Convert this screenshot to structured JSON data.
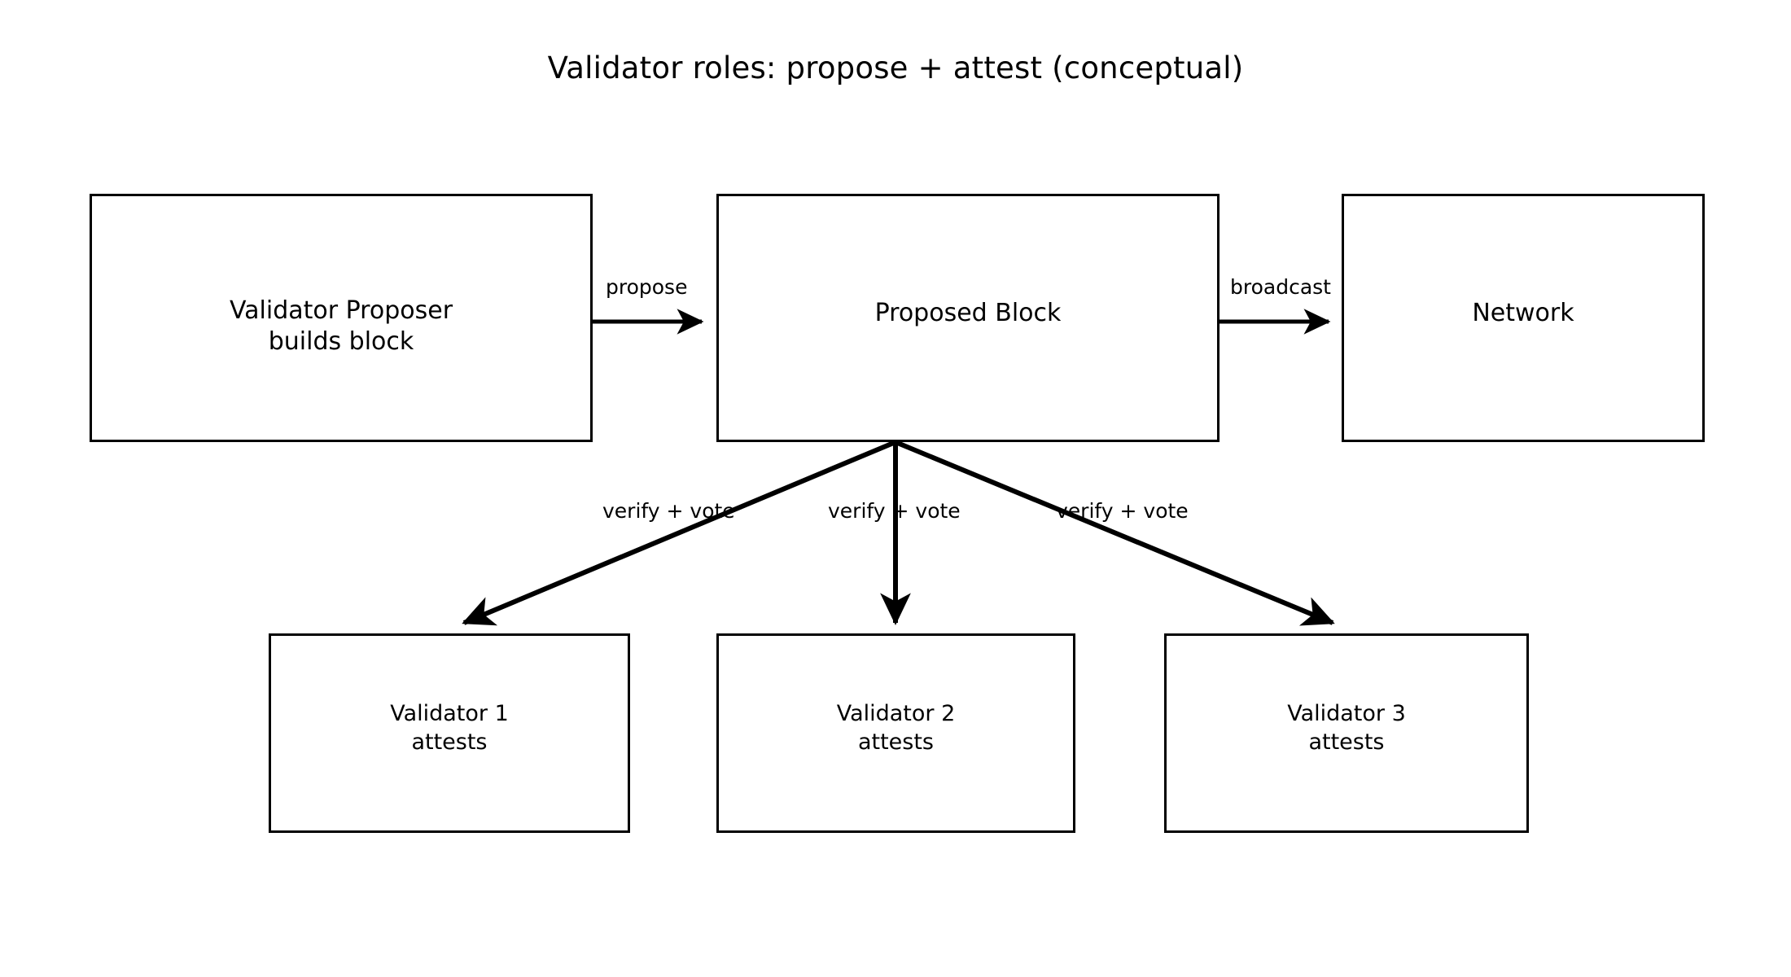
{
  "diagram": {
    "title": "Validator roles: propose + attest (conceptual)",
    "background_color": "#ffffff",
    "stroke_color": "#000000",
    "nodes": [
      {
        "id": "proposer",
        "label": "Validator Proposer\nbuilds block"
      },
      {
        "id": "block",
        "label": "Proposed Block"
      },
      {
        "id": "network",
        "label": "Network"
      },
      {
        "id": "validator-1",
        "label": "Validator 1\nattests"
      },
      {
        "id": "validator-2",
        "label": "Validator 2\nattests"
      },
      {
        "id": "validator-3",
        "label": "Validator 3\nattests"
      }
    ],
    "edges": [
      {
        "id": "propose",
        "from": "proposer",
        "to": "block",
        "label": "propose"
      },
      {
        "id": "broadcast",
        "from": "block",
        "to": "network",
        "label": "broadcast"
      },
      {
        "id": "vote-1",
        "from": "block",
        "to": "validator-1",
        "label": "verify + vote"
      },
      {
        "id": "vote-2",
        "from": "block",
        "to": "validator-2",
        "label": "verify + vote"
      },
      {
        "id": "vote-3",
        "from": "block",
        "to": "validator-3",
        "label": "verify + vote"
      }
    ]
  }
}
